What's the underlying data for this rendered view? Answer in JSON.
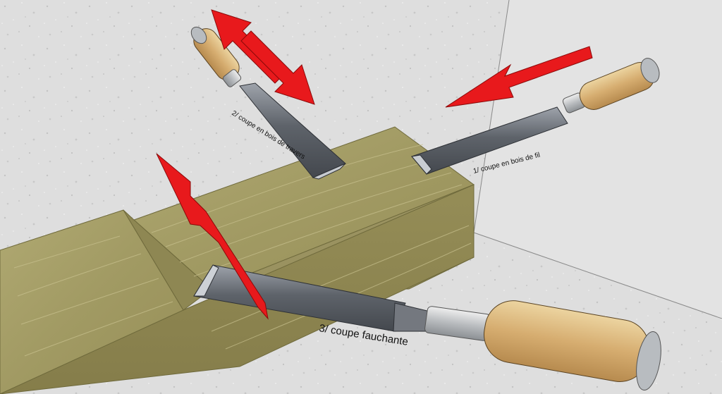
{
  "labels": {
    "cut1": "1/ coupe en bois de fil",
    "cut2": "2/ coupe en bois de travers",
    "cut3": "3/ coupe fauchante"
  },
  "colors": {
    "arrow": "#e8191c",
    "arrow_edge": "#8a0a0a",
    "wall": "#dcdcdc",
    "wall_right": "#e4e4e4",
    "floor": "#d4d4d4",
    "wood_top": "#a6a06c",
    "wood_side": "#8b8452",
    "steel": "#5b5f66",
    "steel_light": "#9aa0a8",
    "handle": "#d8b47a",
    "ferrule": "#c9cbcd"
  }
}
